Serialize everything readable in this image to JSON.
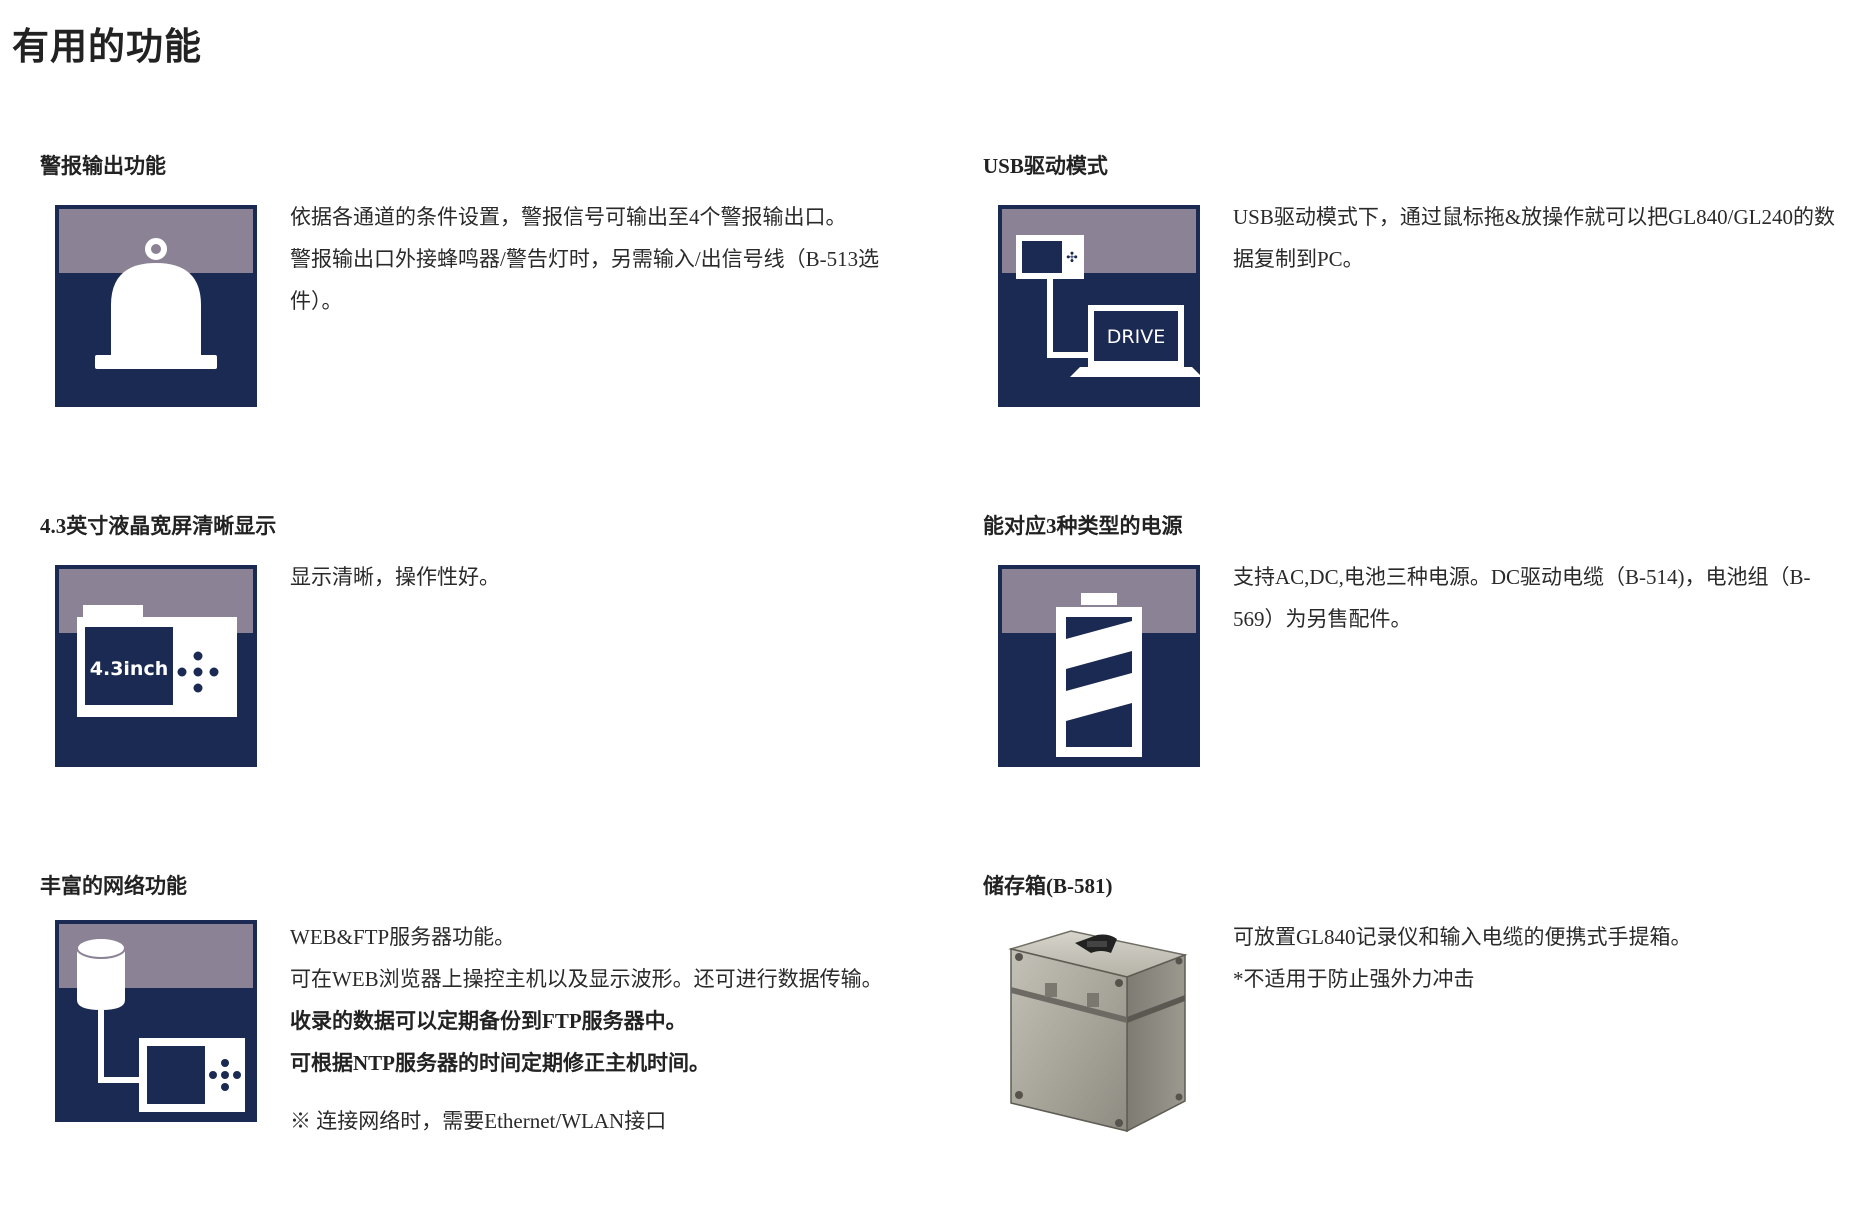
{
  "page": {
    "title": "有用的功能"
  },
  "colors": {
    "navy": "#1b2a52",
    "band": "#8b8395",
    "icon_white": "#ffffff"
  },
  "features": [
    {
      "title": "警报输出功能",
      "icon": "alarm-bell-icon",
      "paragraphs": [
        "依据各通道的条件设置，警报信号可输出至4个警报输出口。",
        "警报输出口外接蜂鸣器/警告灯时，另需输入/出信号线（B-513选",
        "件）。"
      ]
    },
    {
      "title": "USB驱动模式",
      "icon": "usb-drive-icon",
      "icon_label": "DRIVE",
      "paragraphs": [
        "USB驱动模式下，通过鼠标拖&放操作就可以把GL840/GL240的数",
        "据复制到PC。"
      ]
    },
    {
      "title": "4.3英寸液晶宽屏清晰显示",
      "icon": "lcd-screen-icon",
      "icon_label": "4.3inch",
      "paragraphs": [
        "显示清晰，操作性好。"
      ]
    },
    {
      "title": "能对应3种类型的电源",
      "icon": "battery-icon",
      "paragraphs": [
        "支持AC,DC,电池三种电源。DC驱动电缆（B-514)，电池组（B-",
        "569）为另售配件。"
      ]
    },
    {
      "title": "丰富的网络功能",
      "icon": "network-server-icon",
      "paragraphs": [
        "WEB&FTP服务器功能。",
        "可在WEB浏览器上操控主机以及显示波形。还可进行数据传输。",
        "收录的数据可以定期备份到FTP服务器中。",
        "可根据NTP服务器的时间定期修正主机时间。",
        "※ 连接网络时，需要Ethernet/WLAN接口"
      ]
    },
    {
      "title": "储存箱(B-581)",
      "icon": "carrying-case-image",
      "paragraphs": [
        "可放置GL840记录仪和输入电缆的便携式手提箱。",
        "*不适用于防止强外力冲击"
      ]
    }
  ]
}
